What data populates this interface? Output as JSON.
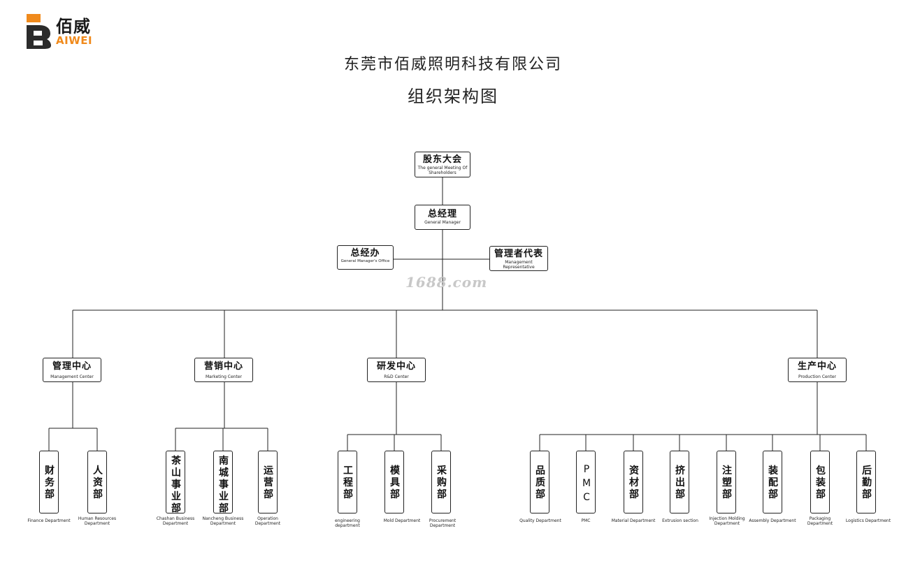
{
  "logo": {
    "cn": "佰威",
    "en": "AIWEI",
    "icon": "b-letter-logo-icon",
    "accent": "#f08a1c"
  },
  "company": "东莞市佰威照明科技有限公司",
  "chart_title": "组织架构图",
  "watermark": "1688.com",
  "top": {
    "shareholders": {
      "cn": "股东大会",
      "en": "The general Meeting Of Shareholders"
    },
    "gm": {
      "cn": "总经理",
      "en": "General Manager"
    },
    "gm_office": {
      "cn": "总经办",
      "en": "General Manager's Office"
    },
    "mgmt_rep": {
      "cn": "管理者代表",
      "en": "Management Representative"
    }
  },
  "centers": [
    {
      "cn": "管理中心",
      "en": "Management Center"
    },
    {
      "cn": "营销中心",
      "en": "Marketing Center"
    },
    {
      "cn": "研发中心",
      "en": "R&D Center"
    },
    {
      "cn": "生产中心",
      "en": "Production Center"
    }
  ],
  "departments": [
    {
      "cn": "财\n务\n部",
      "en": "Finance Department"
    },
    {
      "cn": "人\n资\n部",
      "en": "Human Resources Department"
    },
    {
      "cn": "茶\n山\n事\n业\n部",
      "en": "Chashan Business Department"
    },
    {
      "cn": "南\n城\n事\n业\n部",
      "en": "Nancheng Business Department"
    },
    {
      "cn": "运\n营\n部",
      "en": "Operation Department"
    },
    {
      "cn": "工\n程\n部",
      "en": "engineering department"
    },
    {
      "cn": "模\n具\n部",
      "en": "Mold Department"
    },
    {
      "cn": "采\n购\n部",
      "en": "Procurement Department"
    },
    {
      "cn": "品\n质\n部",
      "en": "Quality Department"
    },
    {
      "cn": "P\nM\nC",
      "en": "PMC"
    },
    {
      "cn": "资\n材\n部",
      "en": "Material Department"
    },
    {
      "cn": "挤\n出\n部",
      "en": "Extrusion section"
    },
    {
      "cn": "注\n塑\n部",
      "en": "Injection Molding Department"
    },
    {
      "cn": "装\n配\n部",
      "en": "Assembly Department"
    },
    {
      "cn": "包\n装\n部",
      "en": "Packaging Department"
    },
    {
      "cn": "后\n勤\n部",
      "en": "Logistics Department"
    }
  ]
}
